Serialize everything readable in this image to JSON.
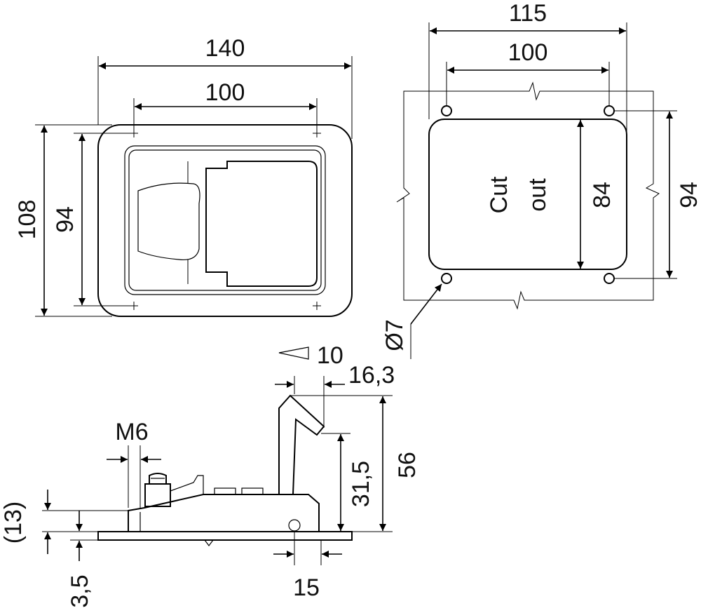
{
  "front_view": {
    "width_outer": "140",
    "width_holes": "100",
    "height_outer": "108",
    "height_holes": "94"
  },
  "cutout_view": {
    "width_outer": "115",
    "width_holes": "100",
    "height_cutout": "84",
    "height_holes": "94",
    "label_line1": "Cut",
    "label_line2": "out",
    "hole_diameter": "Ø7"
  },
  "side_view": {
    "angle": "10",
    "handle_width": "16,3",
    "total_height": "56",
    "handle_height": "31,5",
    "thread": "M6",
    "body_height": "(13)",
    "plate_thickness": "3,5",
    "bottom_width": "15"
  }
}
